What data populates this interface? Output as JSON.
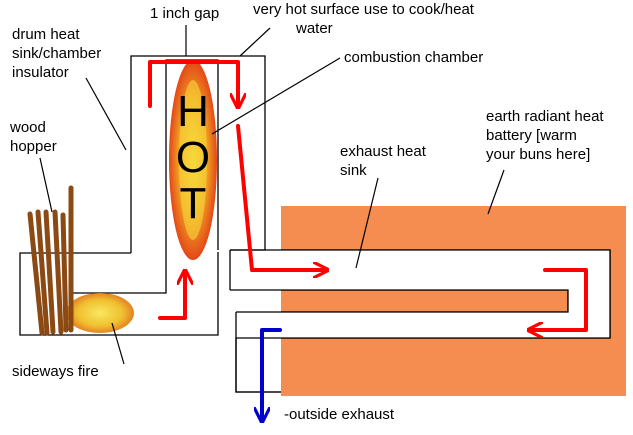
{
  "labels": {
    "gap": "1 inch gap",
    "surface_line1": "very hot surface use to cook/heat",
    "surface_line2": "water",
    "drum_line1": "drum heat",
    "drum_line2": "sink/chamber",
    "drum_line3": "insulator",
    "combustion": "combustion chamber",
    "wood_line1": "wood",
    "wood_line2": "hopper",
    "earth_line1": "earth radiant heat",
    "earth_line2": "battery [warm",
    "earth_line3": "your buns here]",
    "exhaust_sink_line1": "exhaust heat",
    "exhaust_sink_line2": "sink",
    "fire": "sideways fire",
    "outside": "-outside exhaust"
  },
  "hot_letters": [
    "H",
    "O",
    "T"
  ],
  "colors": {
    "flow_arrow": "#ff0000",
    "outside_exhaust_arrow": "#0000cc",
    "earth_battery": "#f58c50",
    "wood": "#8b4a14",
    "flame_core": "#f5d020",
    "flame_edge": "#e0301a"
  }
}
